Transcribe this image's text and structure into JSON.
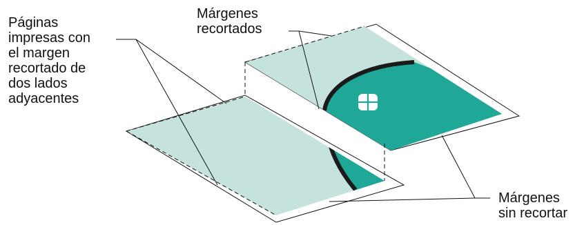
{
  "labels": {
    "left": [
      "Páginas",
      "impresas con",
      "el margen",
      "recortado de",
      "dos lados",
      "adyacentes"
    ],
    "top": [
      "Márgenes",
      "recortados"
    ],
    "bottom": [
      "Márgenes",
      "sin recortar"
    ]
  },
  "colors": {
    "paper": "#ffffff",
    "printed_area": "#c6e2dd",
    "teal": "#1fa898",
    "arc": "#1a1a1a",
    "outline": "#111111"
  },
  "icons": [
    "window-logo-icon"
  ]
}
